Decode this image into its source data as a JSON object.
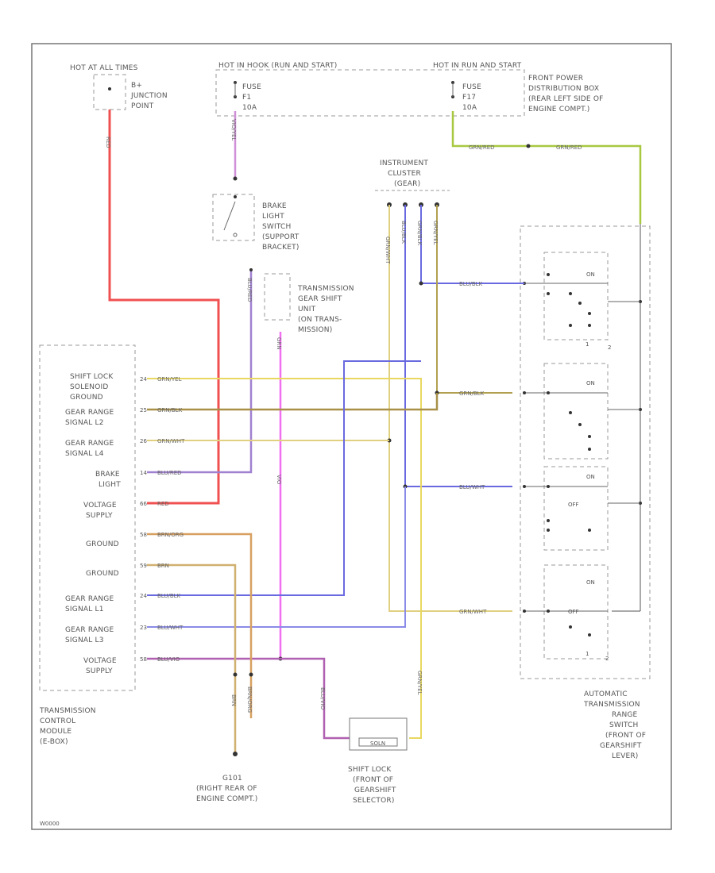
{
  "diagram_ref": "W0000",
  "power": {
    "hot_at_all_times": "HOT AT ALL TIMES",
    "junction_point": [
      "B+",
      "JUNCTION",
      "POINT"
    ],
    "hot_in_run": "HOT IN HOOK (RUN AND START)",
    "hot_in_run2": "HOT IN RUN AND START",
    "fuse_1": [
      "FUSE",
      "F1",
      "10A"
    ],
    "fuse_2": [
      "FUSE",
      "F17",
      "10A"
    ],
    "front_power_dist": [
      "FRONT POWER",
      "DISTRIBUTION BOX",
      "(REAR LEFT SIDE OF",
      "ENGINE COMPT.)"
    ]
  },
  "components": {
    "brake_switch": [
      "BRAKE",
      "LIGHT",
      "SWITCH",
      "(SUPPORT",
      "BRACKET)"
    ],
    "trans_gear_shift": [
      "TRANSMISSION",
      "GEAR SHIFT",
      "UNIT",
      "(ON TRANS-",
      "MISSION)"
    ],
    "instrument_cluster": [
      "INSTRUMENT",
      "CLUSTER",
      "(GEAR)"
    ],
    "tcm": [
      "TRANSMISSION",
      "CONTROL",
      "MODULE",
      "(E-BOX)"
    ],
    "ground_g101": [
      "G101",
      "(RIGHT REAR OF",
      "ENGINE COMPT.)"
    ],
    "shift_lock": [
      "SHIFT LOCK",
      "(FRONT OF",
      "GEARSHIFT",
      "SELECTOR)"
    ],
    "shift_lock_box": "SOLN",
    "atrs": [
      "AUTOMATIC",
      "TRANSMISSION",
      "RANGE",
      "SWITCH",
      "(FRONT OF",
      "GEARSHIFT",
      "LEVER)"
    ]
  },
  "tcm_pins": [
    {
      "label": [
        "SHIFT LOCK",
        "SOLENOID",
        "GROUND"
      ],
      "pin": "24",
      "wire": "GRN/YEL"
    },
    {
      "label": [
        "GEAR RANGE",
        "SIGNAL L2"
      ],
      "pin": "25",
      "wire": "GRN/BLK"
    },
    {
      "label": [
        "GEAR RANGE",
        "SIGNAL L4"
      ],
      "pin": "26",
      "wire": "GRN/WHT"
    },
    {
      "label": [
        "BRAKE",
        "LIGHT"
      ],
      "pin": "14",
      "wire": "BLU/RED"
    },
    {
      "label": [
        "VOLTAGE",
        "SUPPLY"
      ],
      "pin": "66",
      "wire": "RED"
    },
    {
      "label": [
        "GROUND"
      ],
      "pin": "58",
      "wire": "BRN/ORG"
    },
    {
      "label": [
        "GROUND"
      ],
      "pin": "59",
      "wire": "BRN"
    },
    {
      "label": [
        "GEAR RANGE",
        "SIGNAL L1"
      ],
      "pin": "24",
      "wire": "BLU/BLK"
    },
    {
      "label": [
        "GEAR RANGE",
        "SIGNAL L3"
      ],
      "pin": "23",
      "wire": "BLU/WHT"
    },
    {
      "label": [
        "VOLTAGE",
        "SUPPLY"
      ],
      "pin": "58",
      "wire": "BLU/VIO"
    }
  ],
  "wires": {
    "red_vertical": "RED",
    "vio_fuse": "VIO/YEL",
    "org_fuse2": "GRN/RED",
    "org_right": "GRN/RED",
    "brake_out": "BLU/RED",
    "gear_shift": "GRN",
    "vio_shift": "VIO",
    "gnd1": "BRN",
    "gnd2": "BRN/ORG",
    "cluster_1": "GRN/WHT",
    "cluster_2": "BLU/BLK",
    "cluster_3": "GRN/BLK",
    "cluster_4": "GRN/YEL",
    "switch_1": "BLU/BLK",
    "switch_2": "GRN/BLK",
    "switch_3": "BLU/WHT",
    "switch_4": "GRN/WHT",
    "shiftlock_in": "BLU/VIO",
    "shiftlock_out": "GRN/YEL"
  },
  "switch_labels": {
    "on": "ON",
    "off": "OFF",
    "one": "1",
    "two": "2"
  },
  "colors": {
    "red": "#f05050",
    "violet": "#c070d0",
    "blue": "#6a6ae0",
    "green_yellow": "#a8c840",
    "yellow": "#e8d860",
    "olive": "#b0a050",
    "brown": "#c89858",
    "pink": "#f070f0"
  }
}
